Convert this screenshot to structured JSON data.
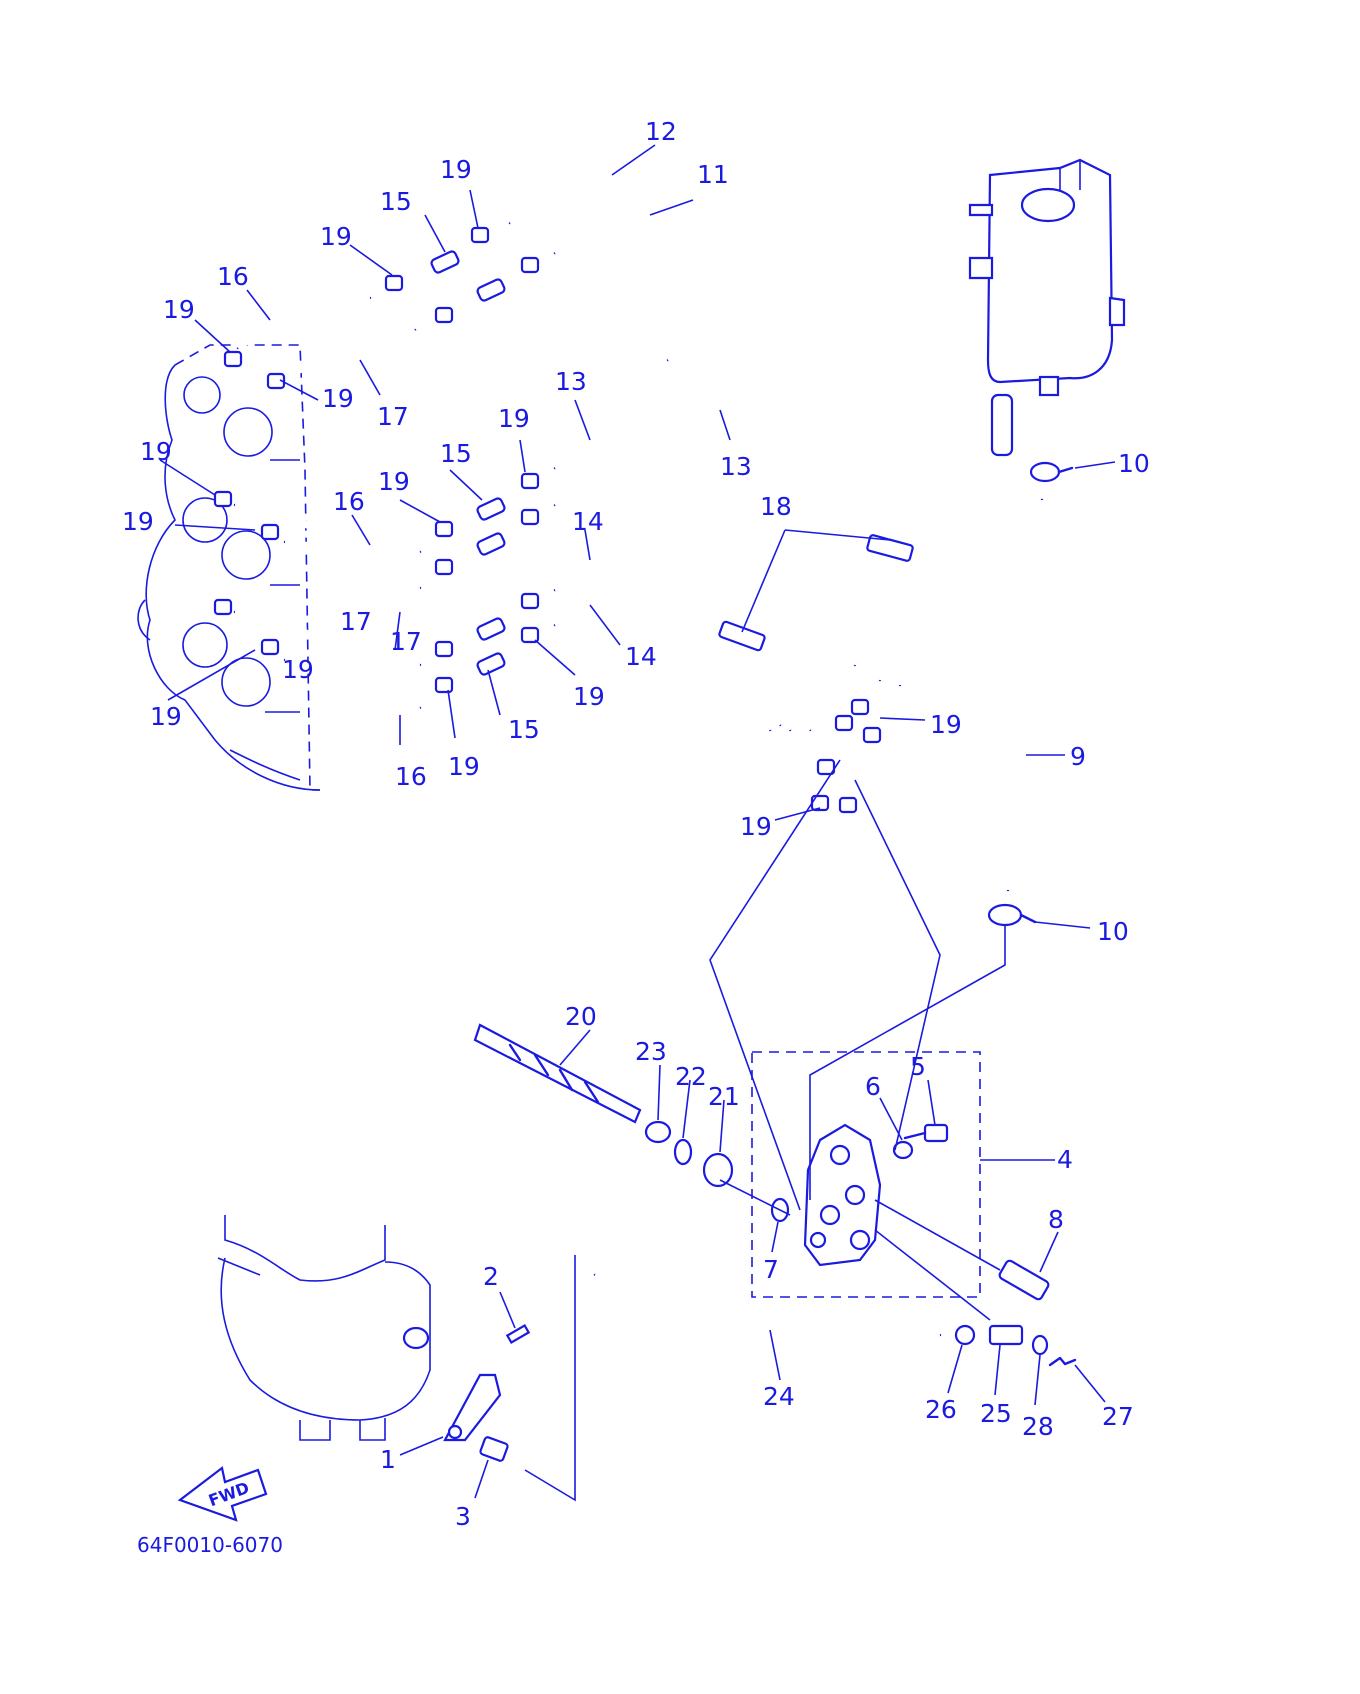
{
  "diagram": {
    "drawing_code": "64F0010-6070",
    "fwd_label": "FWD",
    "line_color": "#1a1ae0",
    "callouts": {
      "c1": "1",
      "c2": "2",
      "c3": "3",
      "c4": "4",
      "c5": "5",
      "c6": "6",
      "c7": "7",
      "c8": "8",
      "c9": "9",
      "c10a": "10",
      "c10b": "10",
      "c11": "11",
      "c12": "12",
      "c13a": "13",
      "c13b": "13",
      "c14a": "14",
      "c14b": "14",
      "c15a": "15",
      "c15b": "15",
      "c15c": "15",
      "c16a": "16",
      "c16b": "16",
      "c16c": "16",
      "c17a": "17",
      "c17b": "17",
      "c17c": "17",
      "c18": "18",
      "c19a": "19",
      "c19b": "19",
      "c19c": "19",
      "c19d": "19",
      "c19e": "19",
      "c19f": "19",
      "c19g": "19",
      "c19h": "19",
      "c19i": "19",
      "c19j": "19",
      "c19k": "19",
      "c19l": "19",
      "c19m": "19",
      "c19n": "19",
      "c20": "20",
      "c21": "21",
      "c22": "22",
      "c23": "23",
      "c24": "24",
      "c25": "25",
      "c26": "26",
      "c27": "27",
      "c28": "28"
    }
  }
}
